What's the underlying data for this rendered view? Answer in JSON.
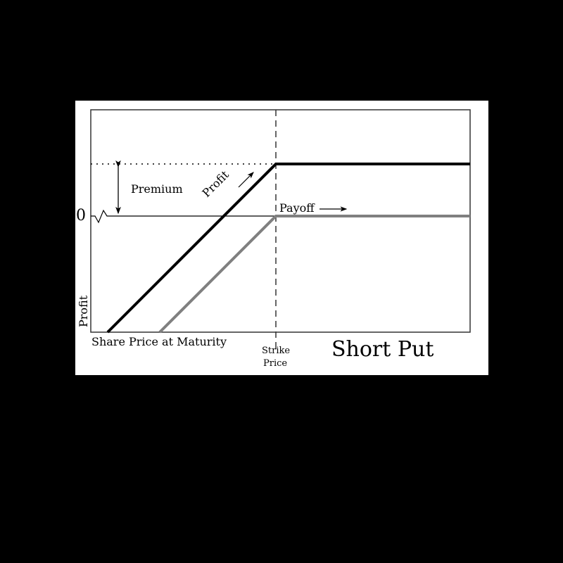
{
  "chart_data": {
    "type": "line",
    "title": "Short Put",
    "xlabel": "Share Price at Maturity",
    "ylabel": "Profit",
    "y_tick_labels": [
      "0"
    ],
    "x_tick_labels": [
      "Strike Price"
    ],
    "annotations": [
      "Premium",
      "Profit",
      "Payoff"
    ],
    "grid": false,
    "legend": "inline labels",
    "strike_price": 100,
    "premium": 31,
    "x_range": [
      0,
      230
    ],
    "y_range": [
      -69,
      63
    ],
    "series": [
      {
        "name": "Profit",
        "color": "#000000",
        "x": [
          10,
          100,
          230
        ],
        "y": [
          -59,
          31,
          31
        ]
      },
      {
        "name": "Payoff",
        "color": "#808080",
        "x": [
          41,
          100,
          230
        ],
        "y": [
          -59,
          0,
          0
        ]
      }
    ]
  },
  "labels": {
    "title": "Short Put",
    "xlabel": "Share Price at Maturity",
    "ylabel": "Profit",
    "zero": "0",
    "strike_line1": "Strike",
    "strike_line2": "Price",
    "premium": "Premium",
    "profit_line": "Profit",
    "payoff_line": "Payoff"
  },
  "colors": {
    "background": "#000000",
    "panel": "#ffffff",
    "profit": "#000000",
    "payoff": "#808080"
  }
}
